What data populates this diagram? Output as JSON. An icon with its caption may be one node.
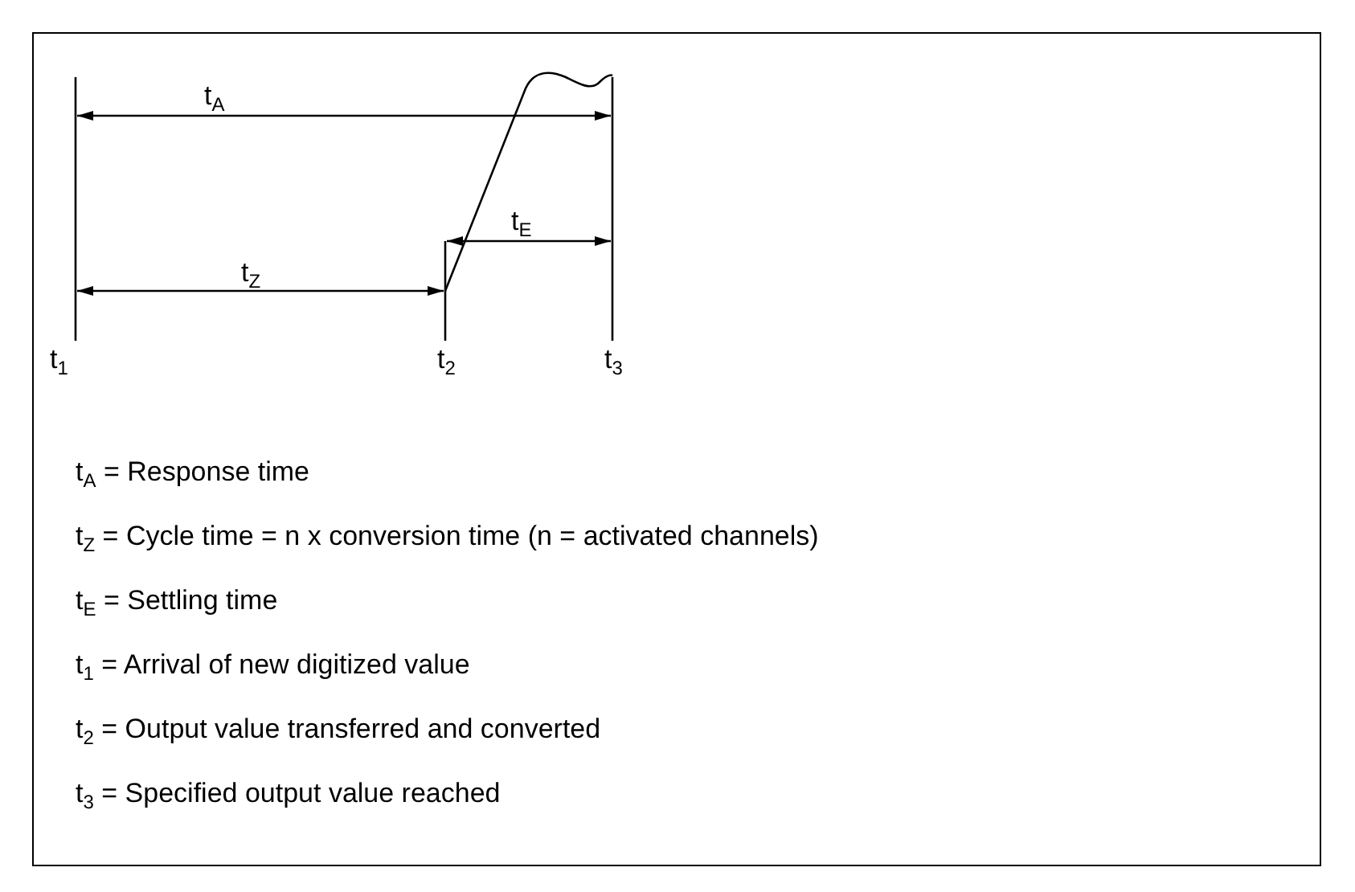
{
  "diagram": {
    "labels": [
      "t$_{A}$",
      "t$_{E}$",
      "t$_{Z}$",
      "t$_{1}$",
      "t$_{2}$",
      "t$_{3}$",
      "t$_{A}$ = Response time",
      "t$_{Z}$ = Cycle time = n x conversion time (n = activated channels)",
      "t$_{E}$ = Settling time",
      "t$_{1}$ = Arrival of new digitized value",
      "t$_{2}$ = Output value transferred and converted",
      "t$_{3}$ = Specified output value reached"
    ]
  }
}
